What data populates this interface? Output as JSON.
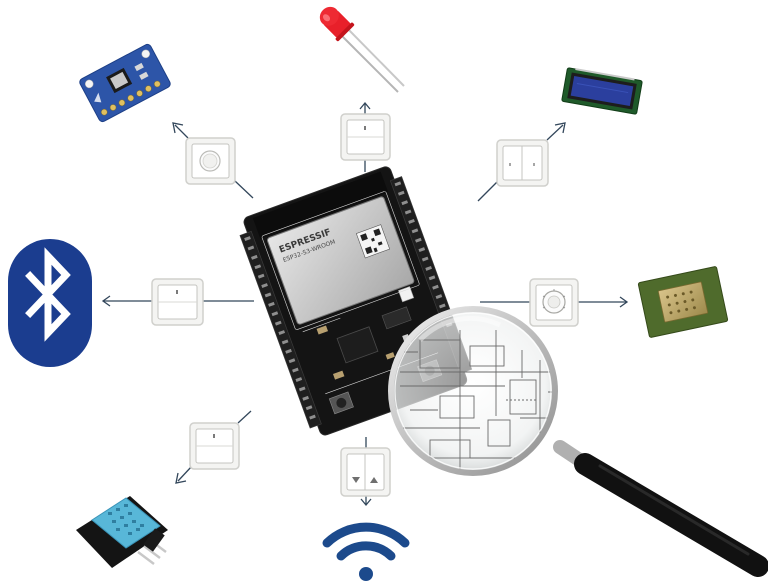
{
  "board": {
    "module_brand": "ESPRESSIF",
    "module_name": "ESP32-S3-WROOM"
  },
  "peripherals": [
    {
      "name": "led"
    },
    {
      "name": "bme280-sensor-board"
    },
    {
      "name": "lcd-display"
    },
    {
      "name": "bluetooth-logo"
    },
    {
      "name": "cpu-chip"
    },
    {
      "name": "dht11-sensor"
    },
    {
      "name": "wifi-logo"
    }
  ],
  "colors": {
    "bluetooth": "#1b3d8f",
    "wifi": "#1c4a8c",
    "board": "#141414",
    "connector": "#33475b",
    "switch_plate": "#f4f4f2",
    "lcd_screen": "#2b3f9e",
    "pcb_blue": "#2d55a8",
    "cpu_green": "#4f6b2c",
    "sensor_blue": "#58b7d8",
    "led_red": "#e8202a",
    "magnifier_handle": "#111111"
  }
}
